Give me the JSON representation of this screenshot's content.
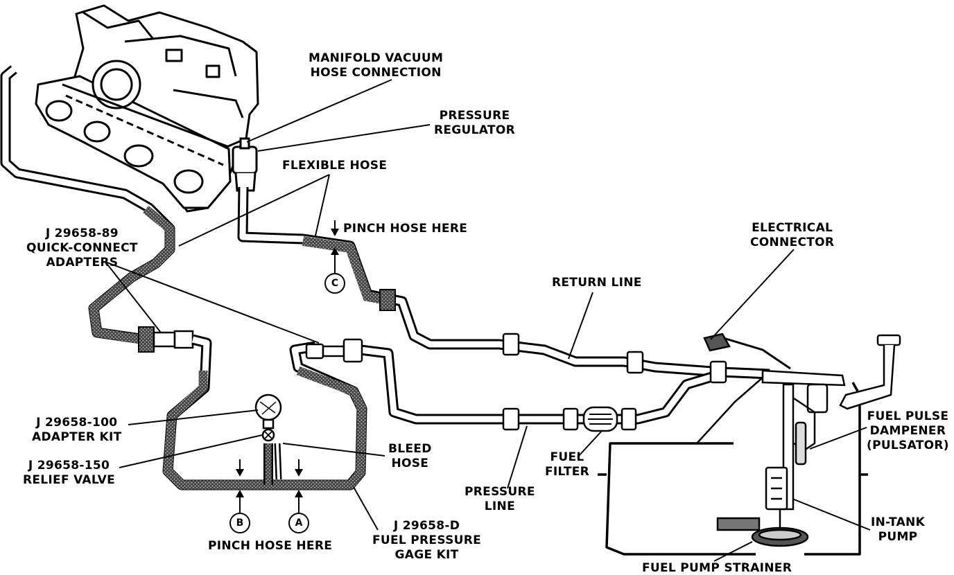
{
  "labels": {
    "manifold_vacuum": [
      "MANIFOLD VACUUM",
      "HOSE CONNECTION"
    ],
    "pressure_regulator": [
      "PRESSURE",
      "REGULATOR"
    ],
    "flexible_hose": "FLEXIBLE HOSE",
    "pinch_hose_top": "PINCH HOSE HERE",
    "quick_connect": [
      "J 29658-89",
      "QUICK-CONNECT",
      "ADAPTERS"
    ],
    "electrical_connector": [
      "ELECTRICAL",
      "CONNECTOR"
    ],
    "return_line": "RETURN LINE",
    "fuel_pulse_dampener": [
      "FUEL PULSE",
      "DAMPENER",
      "(PULSATOR)"
    ],
    "adapter_kit": [
      "J 29658-100",
      "ADAPTER KIT"
    ],
    "bleed_hose": [
      "BLEED",
      "HOSE"
    ],
    "relief_valve": [
      "J 29658-150",
      "RELIEF VALVE"
    ],
    "fuel_filter": [
      "FUEL",
      "FILTER"
    ],
    "pressure_line": [
      "PRESSURE",
      "LINE"
    ],
    "in_tank_pump": [
      "IN-TANK",
      "PUMP"
    ],
    "gage_kit": [
      "J 29658-D",
      "FUEL PRESSURE",
      "GAGE KIT"
    ],
    "pinch_hose_bottom": "PINCH HOSE HERE",
    "fuel_pump_strainer": "FUEL PUMP STRAINER"
  },
  "markers": {
    "a": "A",
    "b": "B",
    "c": "C"
  }
}
